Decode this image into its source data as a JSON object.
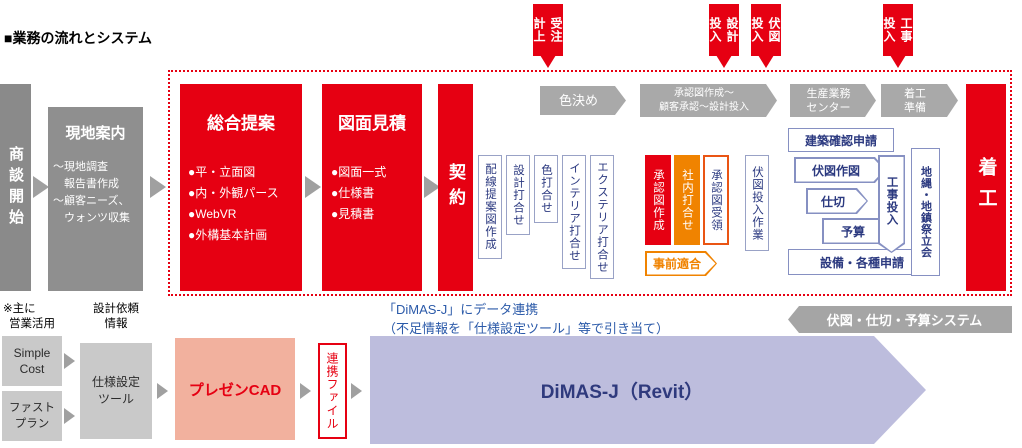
{
  "title": "■業務の流れとシステム",
  "colors": {
    "red": "#e60012",
    "orange": "#f08300",
    "navy": "#2c3a80",
    "note_blue": "#2b5aa9",
    "gray_box": "#8f8f8f",
    "light_gray": "#c9c9c9",
    "chevron_gray": "#a9a9a9",
    "lavender": "#bdbddd",
    "salmon": "#f2b19e",
    "step_border": "#8690c2"
  },
  "badges": [
    {
      "lines": [
        "受注",
        "計上"
      ]
    },
    {
      "lines": [
        "設計",
        "投入"
      ]
    },
    {
      "lines": [
        "伏図",
        "投入"
      ]
    },
    {
      "lines": [
        "工事",
        "投入"
      ]
    }
  ],
  "chevrons": [
    {
      "lines": [
        "色決め"
      ]
    },
    {
      "lines": [
        "承認図作成〜",
        "顧客承認〜設計投入"
      ]
    },
    {
      "lines": [
        "生産業務",
        "センター"
      ]
    },
    {
      "lines": [
        "着工",
        "準備"
      ]
    }
  ],
  "flow": {
    "shodan_kaishi": "商談開始",
    "genchi_annai": {
      "title": "現地案内",
      "lines": [
        "〜現地調査",
        "　報告書作成",
        "〜顧客ニーズ、",
        "　ウォンツ収集"
      ]
    },
    "sogo_teian": {
      "title": "総合提案",
      "items": [
        "●平・立面図",
        "●内・外観パース",
        "●WebVR",
        "●外構基本計画"
      ]
    },
    "zumen_mitsumori": {
      "title": "図面見積",
      "items": [
        "●図面一式",
        "●仕様書",
        "●見積書"
      ]
    },
    "keiyaku": "契約",
    "chakko": "着工"
  },
  "steps": [
    "配線提案図作成",
    "設計打合せ",
    "色打合せ",
    "インテリア打合せ",
    "エクステリア打合せ",
    "承認図作成",
    "社内打合せ",
    "承認図受領",
    "伏図投入作業"
  ],
  "jizen_tekigo": "事前適合",
  "production": {
    "kenchiku_kakunin": "建築確認申請",
    "fuzu_sakuzu": "伏図作図",
    "shikiri": "仕切",
    "yosan": "予算",
    "setsubi_shinsei": "設備・各種申請",
    "koji_tonyu": "工事投入",
    "jinawa": "地縄・地鎮祭立会"
  },
  "bottom": {
    "note_lines": [
      "※主に",
      "営業活用"
    ],
    "design_request_lines": [
      "設計依頼",
      "情報"
    ],
    "simple_cost_lines": [
      "Simple",
      "Cost"
    ],
    "fast_plan_lines": [
      "ファスト",
      "プラン"
    ],
    "spec_tool_lines": [
      "仕様設定",
      "ツール"
    ],
    "presen_cad": "プレゼンCAD",
    "renkei_file": "連携ファイル",
    "dimas": "DiMAS-J（Revit）",
    "dimas_note_lines": [
      "「DiMAS-J」にデータ連携",
      "（不足情報を「仕様設定ツール」等で引き当て）"
    ],
    "fuzu_system": "伏図・仕切・予算システム"
  }
}
